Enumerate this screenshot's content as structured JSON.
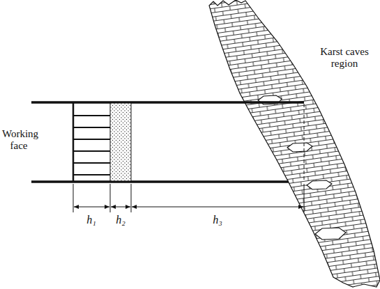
{
  "diagram": {
    "labels": [
      "Working face",
      "Karst caves region",
      "h₁",
      "h₂",
      "h₃"
    ]
  }
}
